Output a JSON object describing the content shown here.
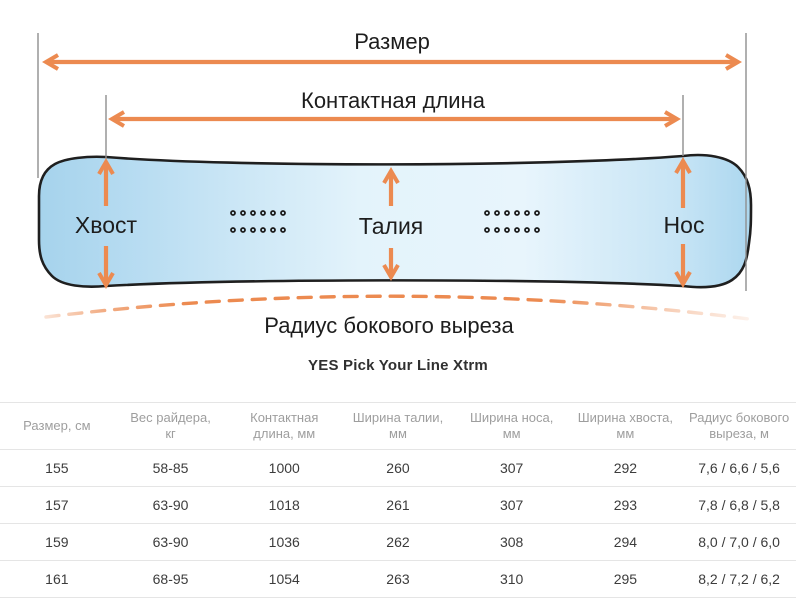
{
  "colors": {
    "accent": "#EC8A50",
    "outline": "#1F1F1F",
    "guide": "#8F8F8F",
    "text_dark": "#1D1D1D",
    "board_blue": "#A6D3EC",
    "board_light": "#E3F3FB",
    "table_header_text": "#9E9E9E",
    "table_cell_text": "#3C3C3C",
    "table_border": "#E5E5E5"
  },
  "diagram": {
    "size_label": "Размер",
    "contact_length_label": "Контактная длина",
    "tail_label": "Хвост",
    "waist_label": "Талия",
    "nose_label": "Нос",
    "sidecut_label": "Радиус бокового выреза"
  },
  "table": {
    "title": "YES Pick Your Line Xtrm",
    "headers": [
      [
        "Размер, см",
        ""
      ],
      [
        "Вес райдера,",
        "кг"
      ],
      [
        "Контактная",
        "длина, мм"
      ],
      [
        "Ширина талии,",
        "мм"
      ],
      [
        "Ширина носа,",
        "мм"
      ],
      [
        "Ширина хвоста,",
        "мм"
      ],
      [
        "Радиус бокового",
        "выреза, м"
      ]
    ],
    "rows": [
      [
        "155",
        "58-85",
        "1000",
        "260",
        "307",
        "292",
        "7,6 / 6,6 / 5,6"
      ],
      [
        "157",
        "63-90",
        "1018",
        "261",
        "307",
        "293",
        "7,8 / 6,8 / 5,8"
      ],
      [
        "159",
        "63-90",
        "1036",
        "262",
        "308",
        "294",
        "8,0 / 7,0 / 6,0"
      ],
      [
        "161",
        "68-95",
        "1054",
        "263",
        "310",
        "295",
        "8,2 / 7,2 / 6,2"
      ]
    ]
  }
}
